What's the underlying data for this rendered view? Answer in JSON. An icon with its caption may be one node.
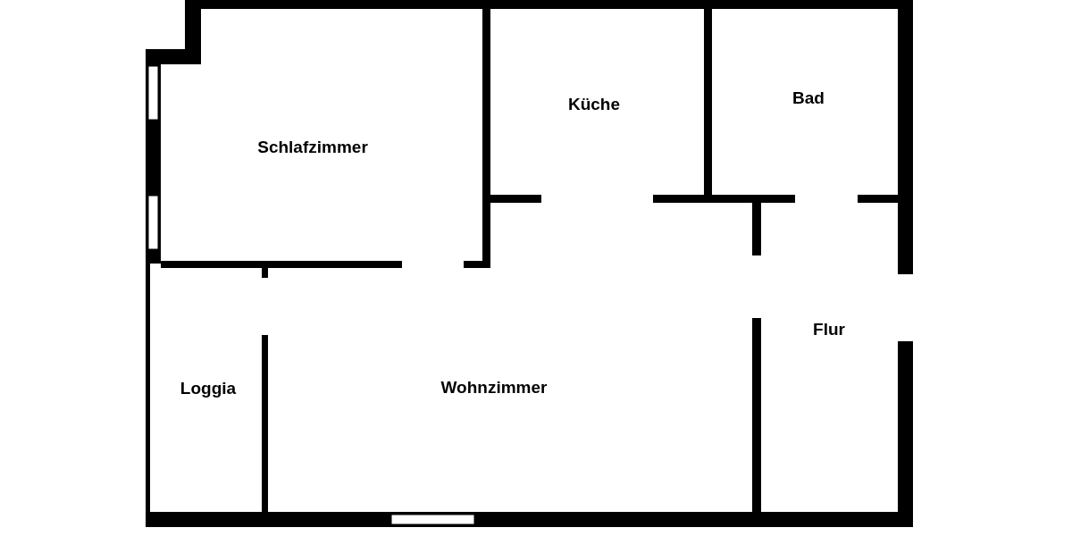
{
  "diagram": {
    "labels": [
      "Schlafzimmer",
      "Küche",
      "Bad",
      "Flur",
      "Loggia",
      "Wohnzimmer"
    ]
  }
}
